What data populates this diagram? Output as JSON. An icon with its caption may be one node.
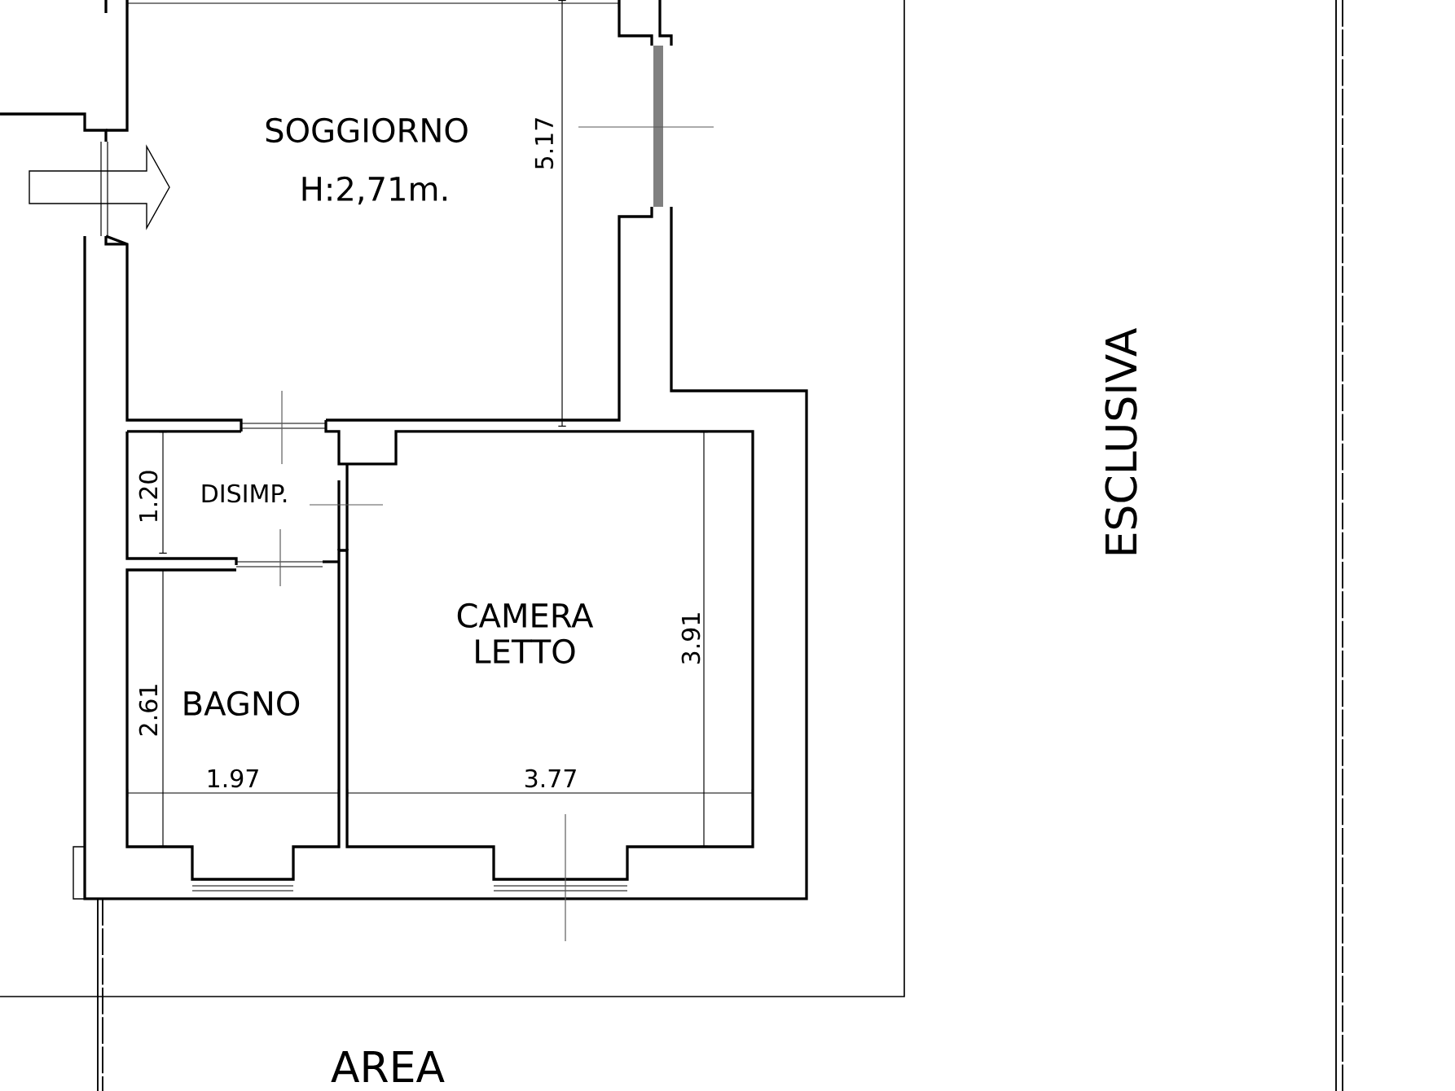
{
  "diagram": {
    "labels": [
      "SOGGIORNO",
      "H:2,71m.",
      "5.17",
      "DISIMP.",
      "1.20",
      "CAMERA LETTO",
      "3.91",
      "BAGNO",
      "2.61",
      "1.97",
      "3.77",
      "ESCLUSIVA",
      "AREA"
    ]
  }
}
